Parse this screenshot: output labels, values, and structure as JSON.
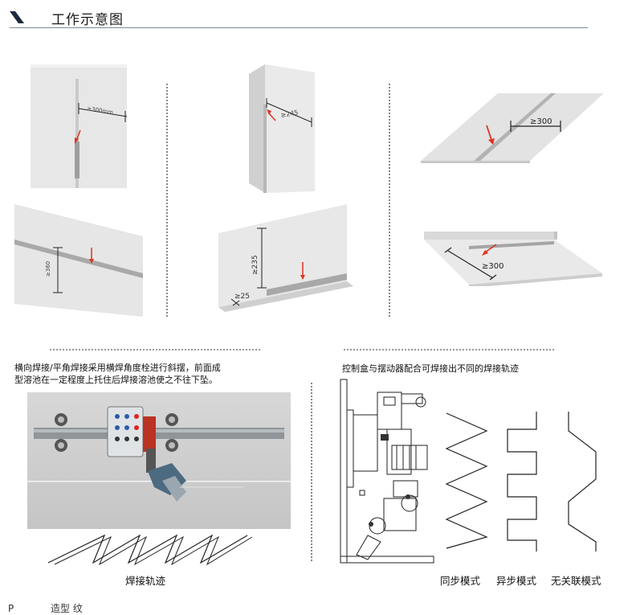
{
  "header": {
    "title": "工作示意图"
  },
  "diagrams": {
    "vertical_plate": {
      "dim": "≥300mm"
    },
    "corner_plate": {
      "dim": "≥245"
    },
    "flat_plate": {
      "dim": "≥300"
    },
    "horizontal_plate": {
      "dim": "≥360"
    },
    "fillet_plate": {
      "dim_vertical": "≥235",
      "dim_leg": "≥25"
    },
    "flat_fillet": {
      "dim": "≥300"
    }
  },
  "left_section": {
    "caption_line1": "横向焊接/平角焊接采用横焊角度栓进行斜摆，前面成",
    "caption_line2": "型溶池在一定程度上托住后焊接溶池使之不往下坠。",
    "track_label": "焊接轨迹"
  },
  "right_section": {
    "caption": "控制盒与摆动器配合可焊接出不同的焊接轨迹",
    "modes": [
      "同步模式",
      "异步模式",
      "无关联模式"
    ]
  },
  "footer": {
    "cutoff_text": "P            造型 纹"
  }
}
